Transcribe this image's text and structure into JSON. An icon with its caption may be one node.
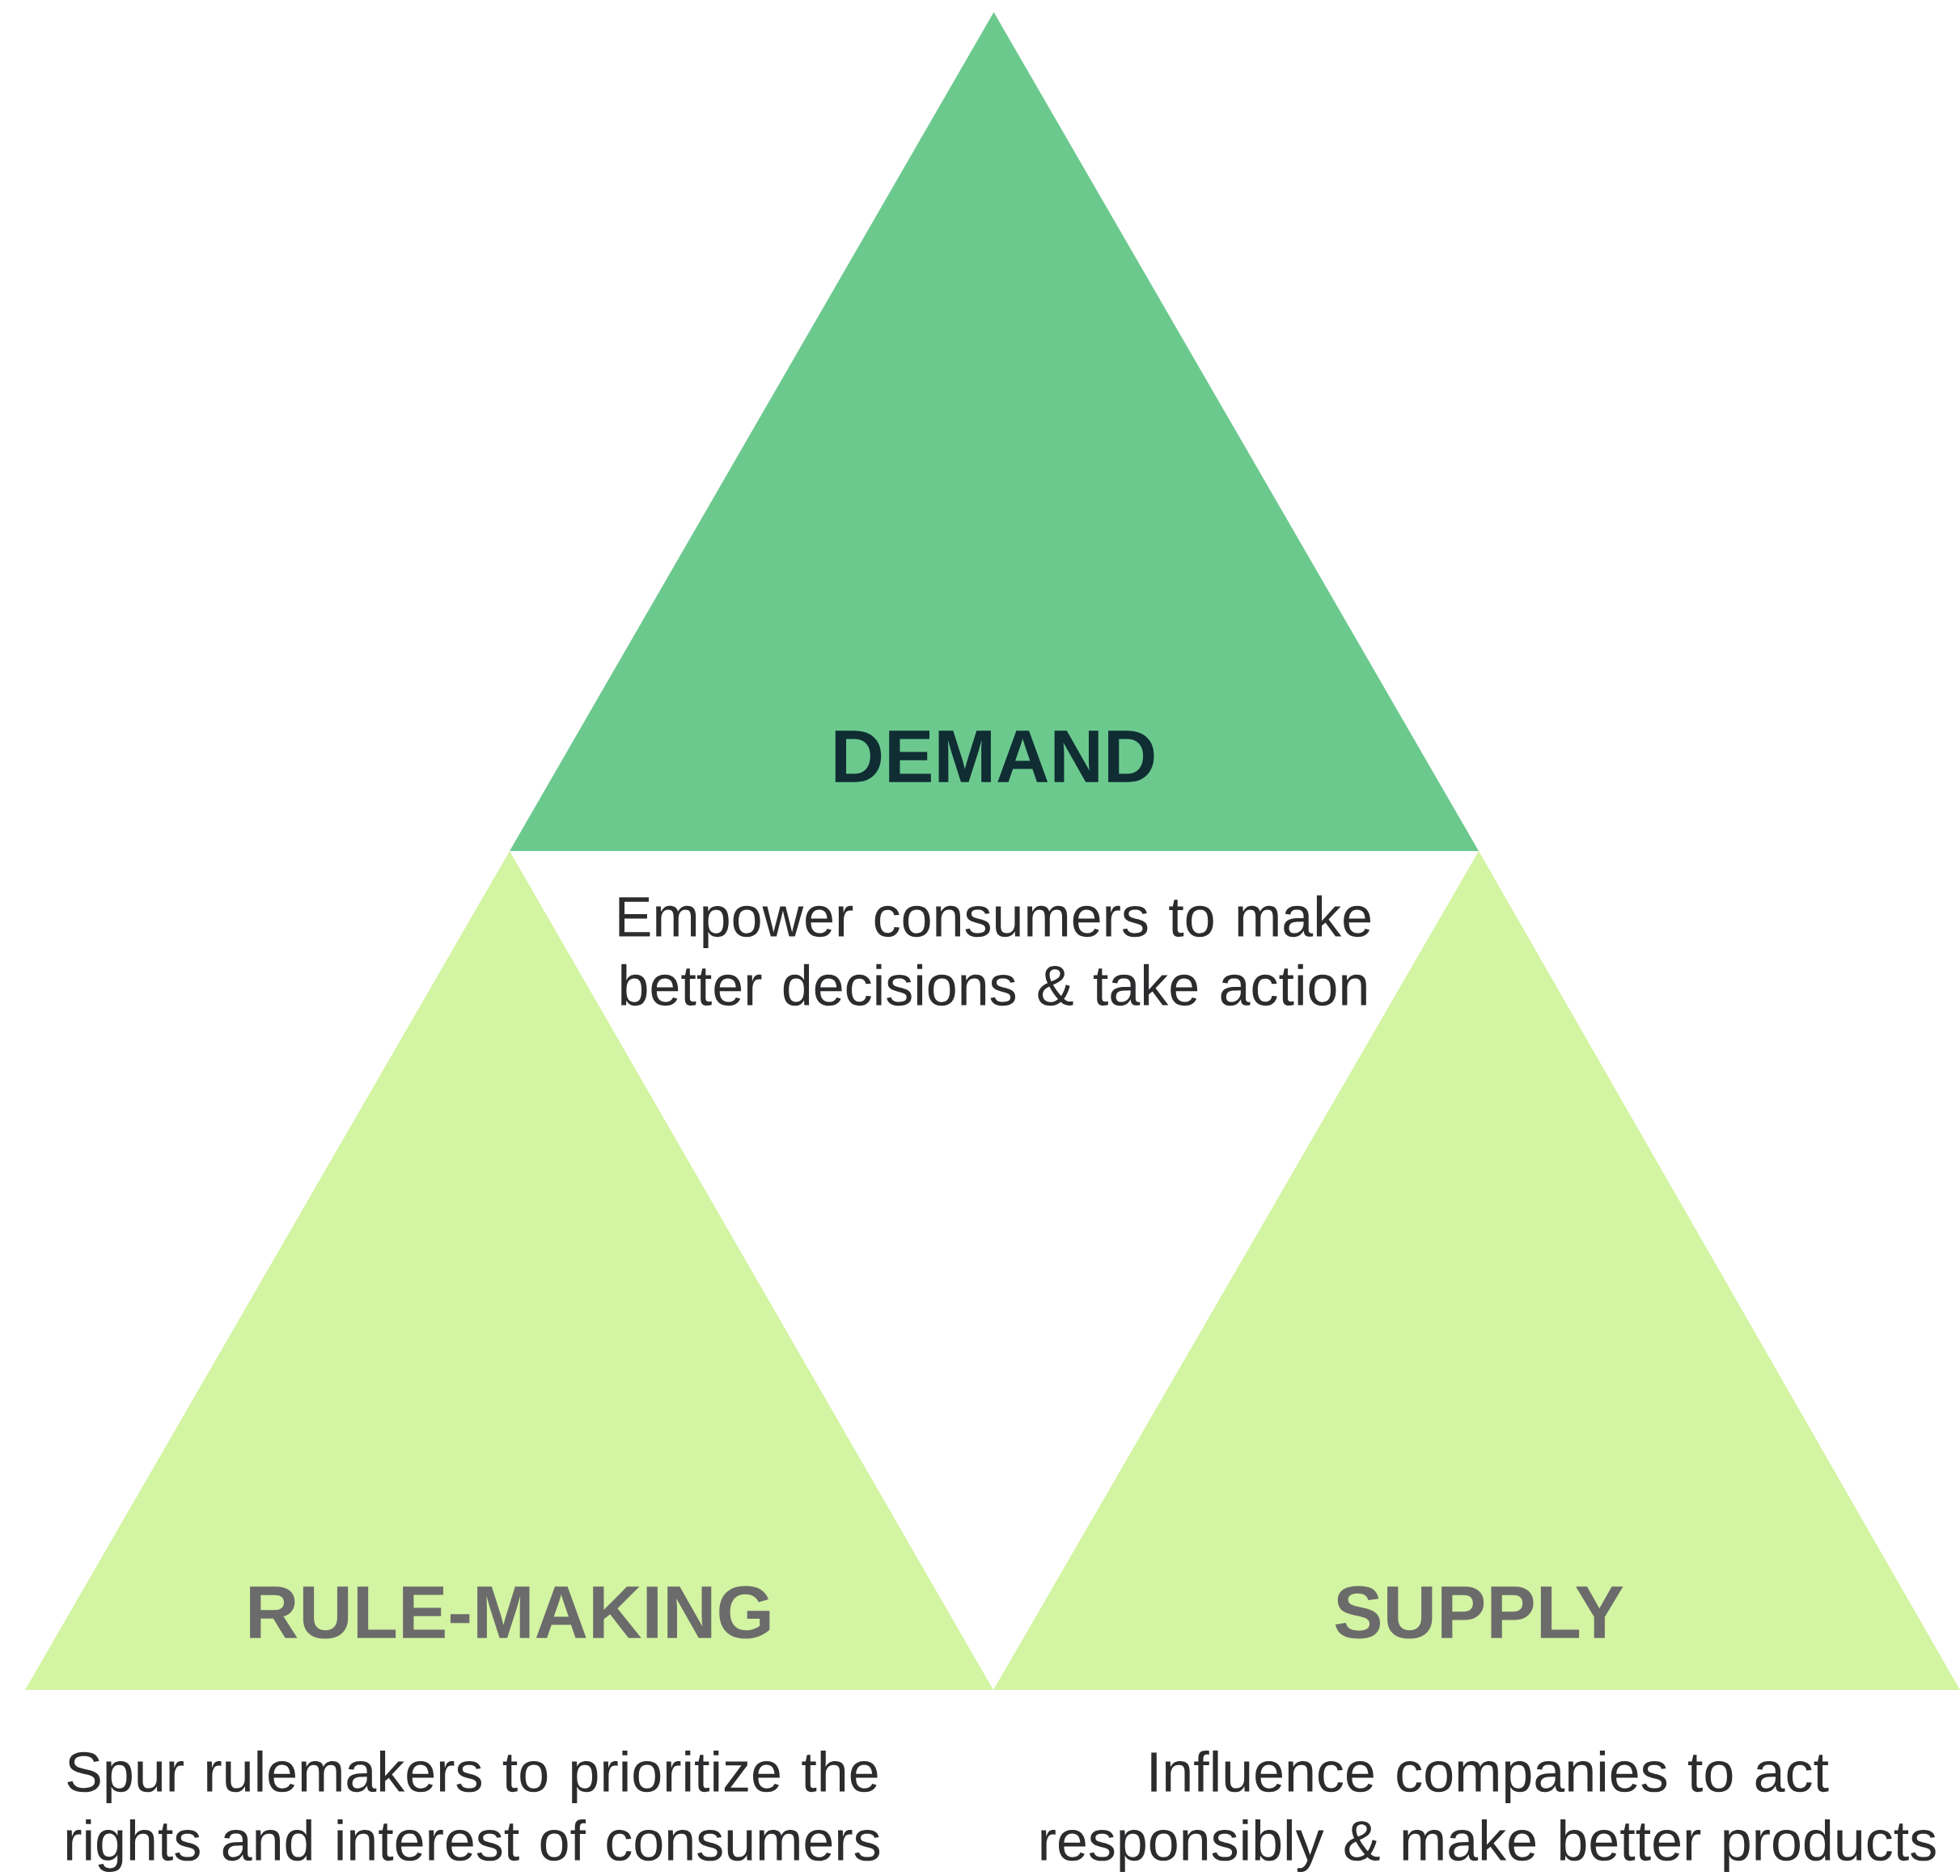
{
  "diagram": {
    "nodes": [
      {
        "text": [
          "DEMAND",
          "Empower consumers to make better decisions & take action"
        ]
      },
      {
        "text": [
          "RULE-MAKING",
          "Spur rulemakers to prioritize the rights and interest of consumers"
        ]
      },
      {
        "text": [
          "SUPPLY",
          "Influence companies to act responsibly & make better products"
        ]
      }
    ]
  }
}
